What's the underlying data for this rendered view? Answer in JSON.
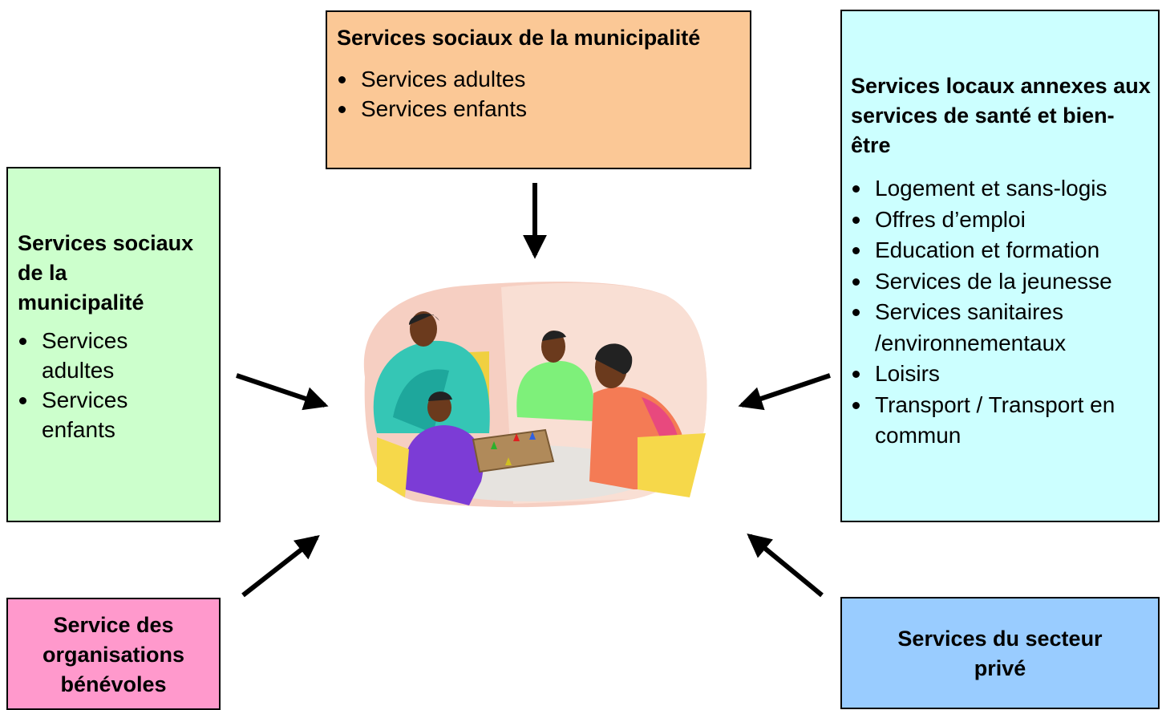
{
  "boxes": {
    "top": {
      "title": "Services sociaux de la municipalité",
      "items": [
        "Services adultes",
        "Services enfants"
      ]
    },
    "left": {
      "title": "Services sociaux de la municipalité",
      "items": [
        "Services adultes",
        "Services enfants"
      ]
    },
    "right": {
      "title": "Services locaux annexes aux services de santé et bien-être",
      "items": [
        "Logement et sans-logis",
        "Offres d’emploi",
        "Education et formation",
        "Services de la jeunesse",
        "Services sanitaires /environnementaux",
        "Loisirs",
        "Transport / Transport en commun"
      ]
    },
    "bottom_left": {
      "title": "Service des organisations bénévoles"
    },
    "bottom_right": {
      "title": "Services du secteur privé"
    }
  },
  "colors": {
    "top": "#fbc896",
    "left": "#ccffcc",
    "right": "#ccffff",
    "bottom_left": "#ff99cc",
    "bottom_right": "#99ccff"
  },
  "center_image": "clipart-people-playing-board-game"
}
